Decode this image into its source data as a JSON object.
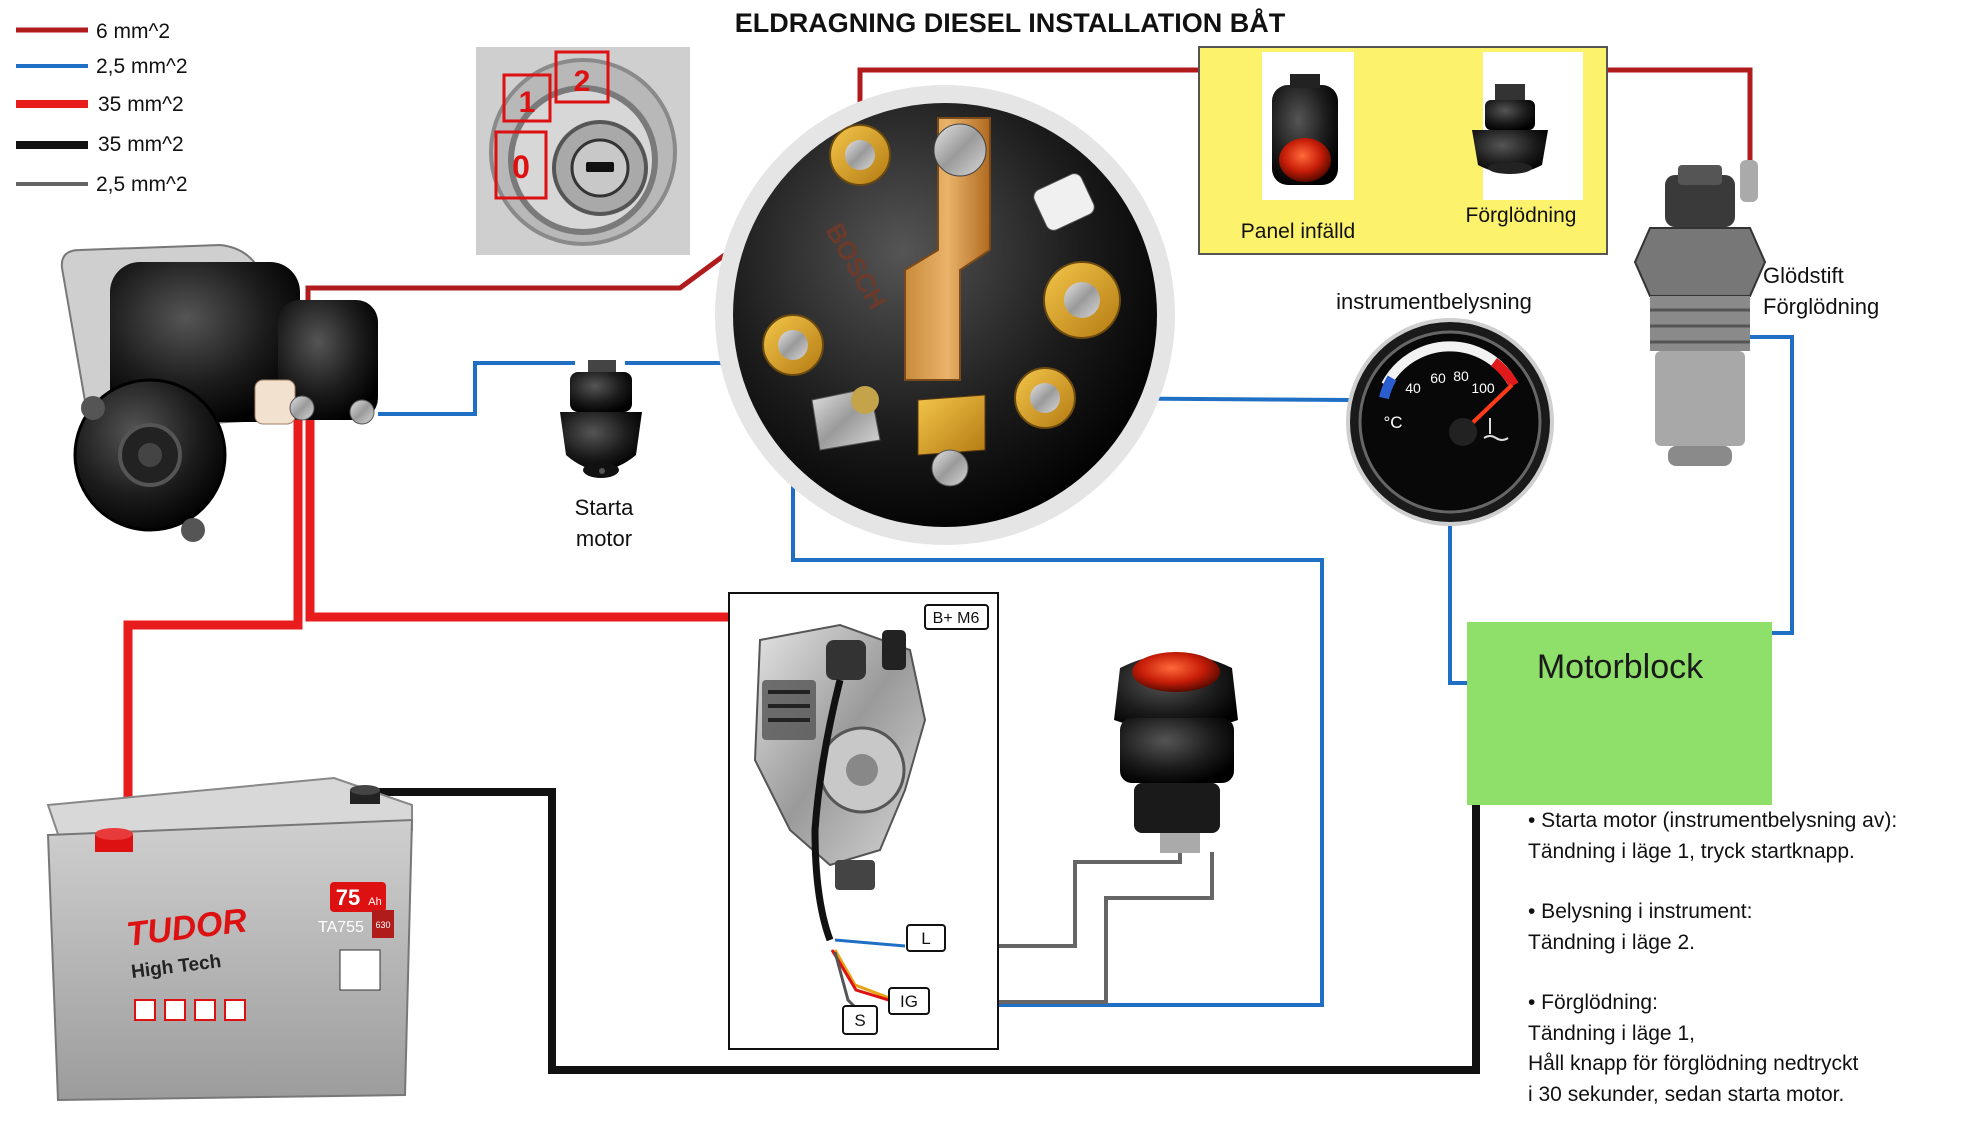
{
  "title": "ELDRAGNING DIESEL INSTALLATION BÅT",
  "legend": [
    {
      "label": "6 mm^2",
      "color": "#b01c1c",
      "weight": "thin"
    },
    {
      "label": "2,5 mm^2",
      "color": "#1f6fc4",
      "weight": "thin"
    },
    {
      "label": "35 mm^2",
      "color": "#e81c1c",
      "weight": "thick"
    },
    {
      "label": "35 mm^2",
      "color": "#111111",
      "weight": "thick"
    },
    {
      "label": "2,5 mm^2",
      "color": "#666666",
      "weight": "thin"
    }
  ],
  "key_positions": [
    "1",
    "2",
    "0"
  ],
  "ignition_brand": "BOSCH",
  "panel": {
    "lamp_label": "Panel infälld",
    "glow_button_label": "Förglödning"
  },
  "glow_plug": {
    "line1": "Glödstift",
    "line2": "Förglödning"
  },
  "gauge": {
    "label": "instrumentbelysning",
    "scale": [
      "40",
      "60",
      "80",
      "100"
    ],
    "unit": "°C"
  },
  "start_button": {
    "line1": "Starta",
    "line2": "motor"
  },
  "alternator_terminals": {
    "bplus": "B+ M6",
    "l": "L",
    "ig": "IG",
    "s": "S"
  },
  "battery": {
    "brand": "TUDOR",
    "model_line": "High Tech",
    "capacity": "75",
    "capacity_unit": "Ah",
    "cca": "630",
    "code": "TA755"
  },
  "motorblock": "Motorblock",
  "notes": {
    "n1_title": "• Starta motor (instrumentbelysning av):",
    "n1_body": "Tändning i läge 1, tryck startknapp.",
    "n2_title": "• Belysning i instrument:",
    "n2_body": "Tändning i läge 2.",
    "n3_title": "• Förglödning:",
    "n3_line1": "Tändning i läge 1,",
    "n3_line2": "Håll knapp för förglödning nedtryckt",
    "n3_line3": "i 30 sekunder, sedan starta motor."
  },
  "colors": {
    "wire_6mm": "#b01c1c",
    "wire_25_blue": "#1f6fc4",
    "wire_35_red": "#e81c1c",
    "wire_35_black": "#111111",
    "wire_25_grey": "#666666",
    "panel_bg": "#fdf26b",
    "motorblock_bg": "#8ee06a"
  }
}
